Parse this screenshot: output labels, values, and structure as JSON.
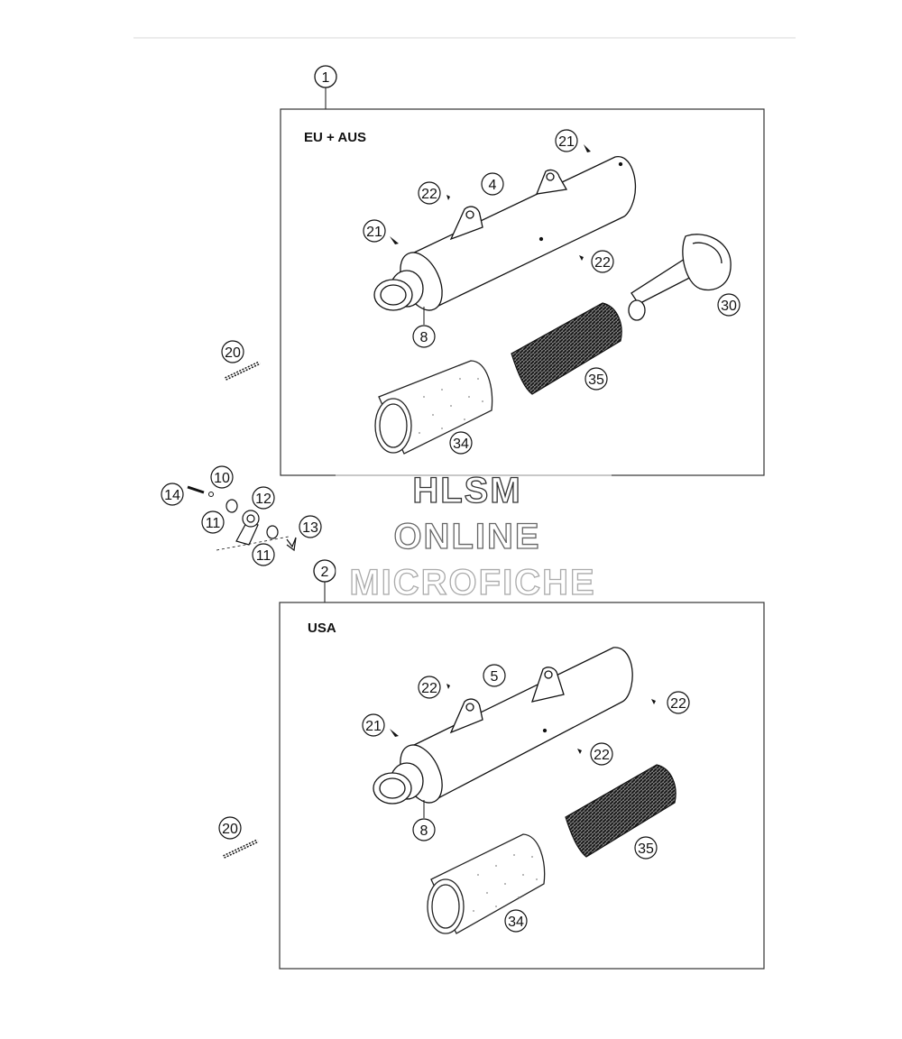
{
  "regions": {
    "eu": {
      "label": "EU + AUS"
    },
    "usa": {
      "label": "USA"
    }
  },
  "assembly_refs": {
    "eu": "1",
    "usa": "2"
  },
  "callouts": {
    "eu": {
      "muffler": "4",
      "pipe_left": "21",
      "pipe_right": "21",
      "screw_top": "22",
      "screw_mid": "22",
      "end_cap": "8",
      "bend_pipe": "30",
      "packing": "35",
      "insert": "34"
    },
    "usa": {
      "muffler": "5",
      "pipe_left": "21",
      "screw_top": "22",
      "screw_right": "22",
      "screw_mid": "22",
      "end_cap": "8",
      "packing": "35",
      "insert": "34"
    },
    "spring_top": "20",
    "spring_bottom": "20",
    "bracket": {
      "screw": "14",
      "washer": "10",
      "grommet_a": "11",
      "grommet_b": "11",
      "bushing": "12",
      "clip": "13"
    }
  },
  "watermark": {
    "line1": "HLSM",
    "line2": "ONLINE",
    "line3": "MICROFICHE"
  }
}
